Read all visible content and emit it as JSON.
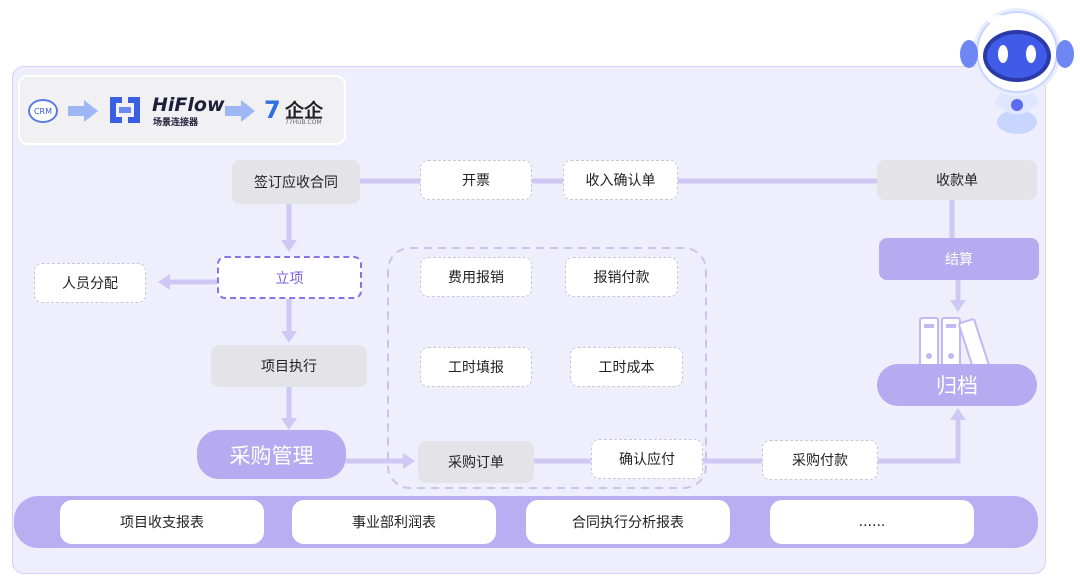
{
  "header": {
    "crm": "CRM",
    "hiflow_name": "HiFlow",
    "hiflow_sub": "场景连接器",
    "qq_mark": "7",
    "qq_name": "企企",
    "qq_sub": "77HUB.COM"
  },
  "nodes": {
    "sign_contract": "签订应收合同",
    "invoice": "开票",
    "revenue_confirm": "收入确认单",
    "receipt": "收款单",
    "staffing": "人员分配",
    "project_setup": "立项",
    "expense_claim": "费用报销",
    "reimburse_pay": "报销付款",
    "settlement": "结算",
    "project_exec": "项目执行",
    "timesheet": "工时填报",
    "labor_cost": "工时成本",
    "archive": "归档",
    "procurement_mgmt": "采购管理",
    "purchase_order": "采购订单",
    "confirm_payable": "确认应付",
    "purchase_pay": "采购付款"
  },
  "reports": [
    "项目收支报表",
    "事业部利润表",
    "合同执行分析报表",
    "......"
  ],
  "colors": {
    "accent": "#b6aaf0",
    "connector": "#cfc8f5",
    "panel": "#efeefd"
  }
}
